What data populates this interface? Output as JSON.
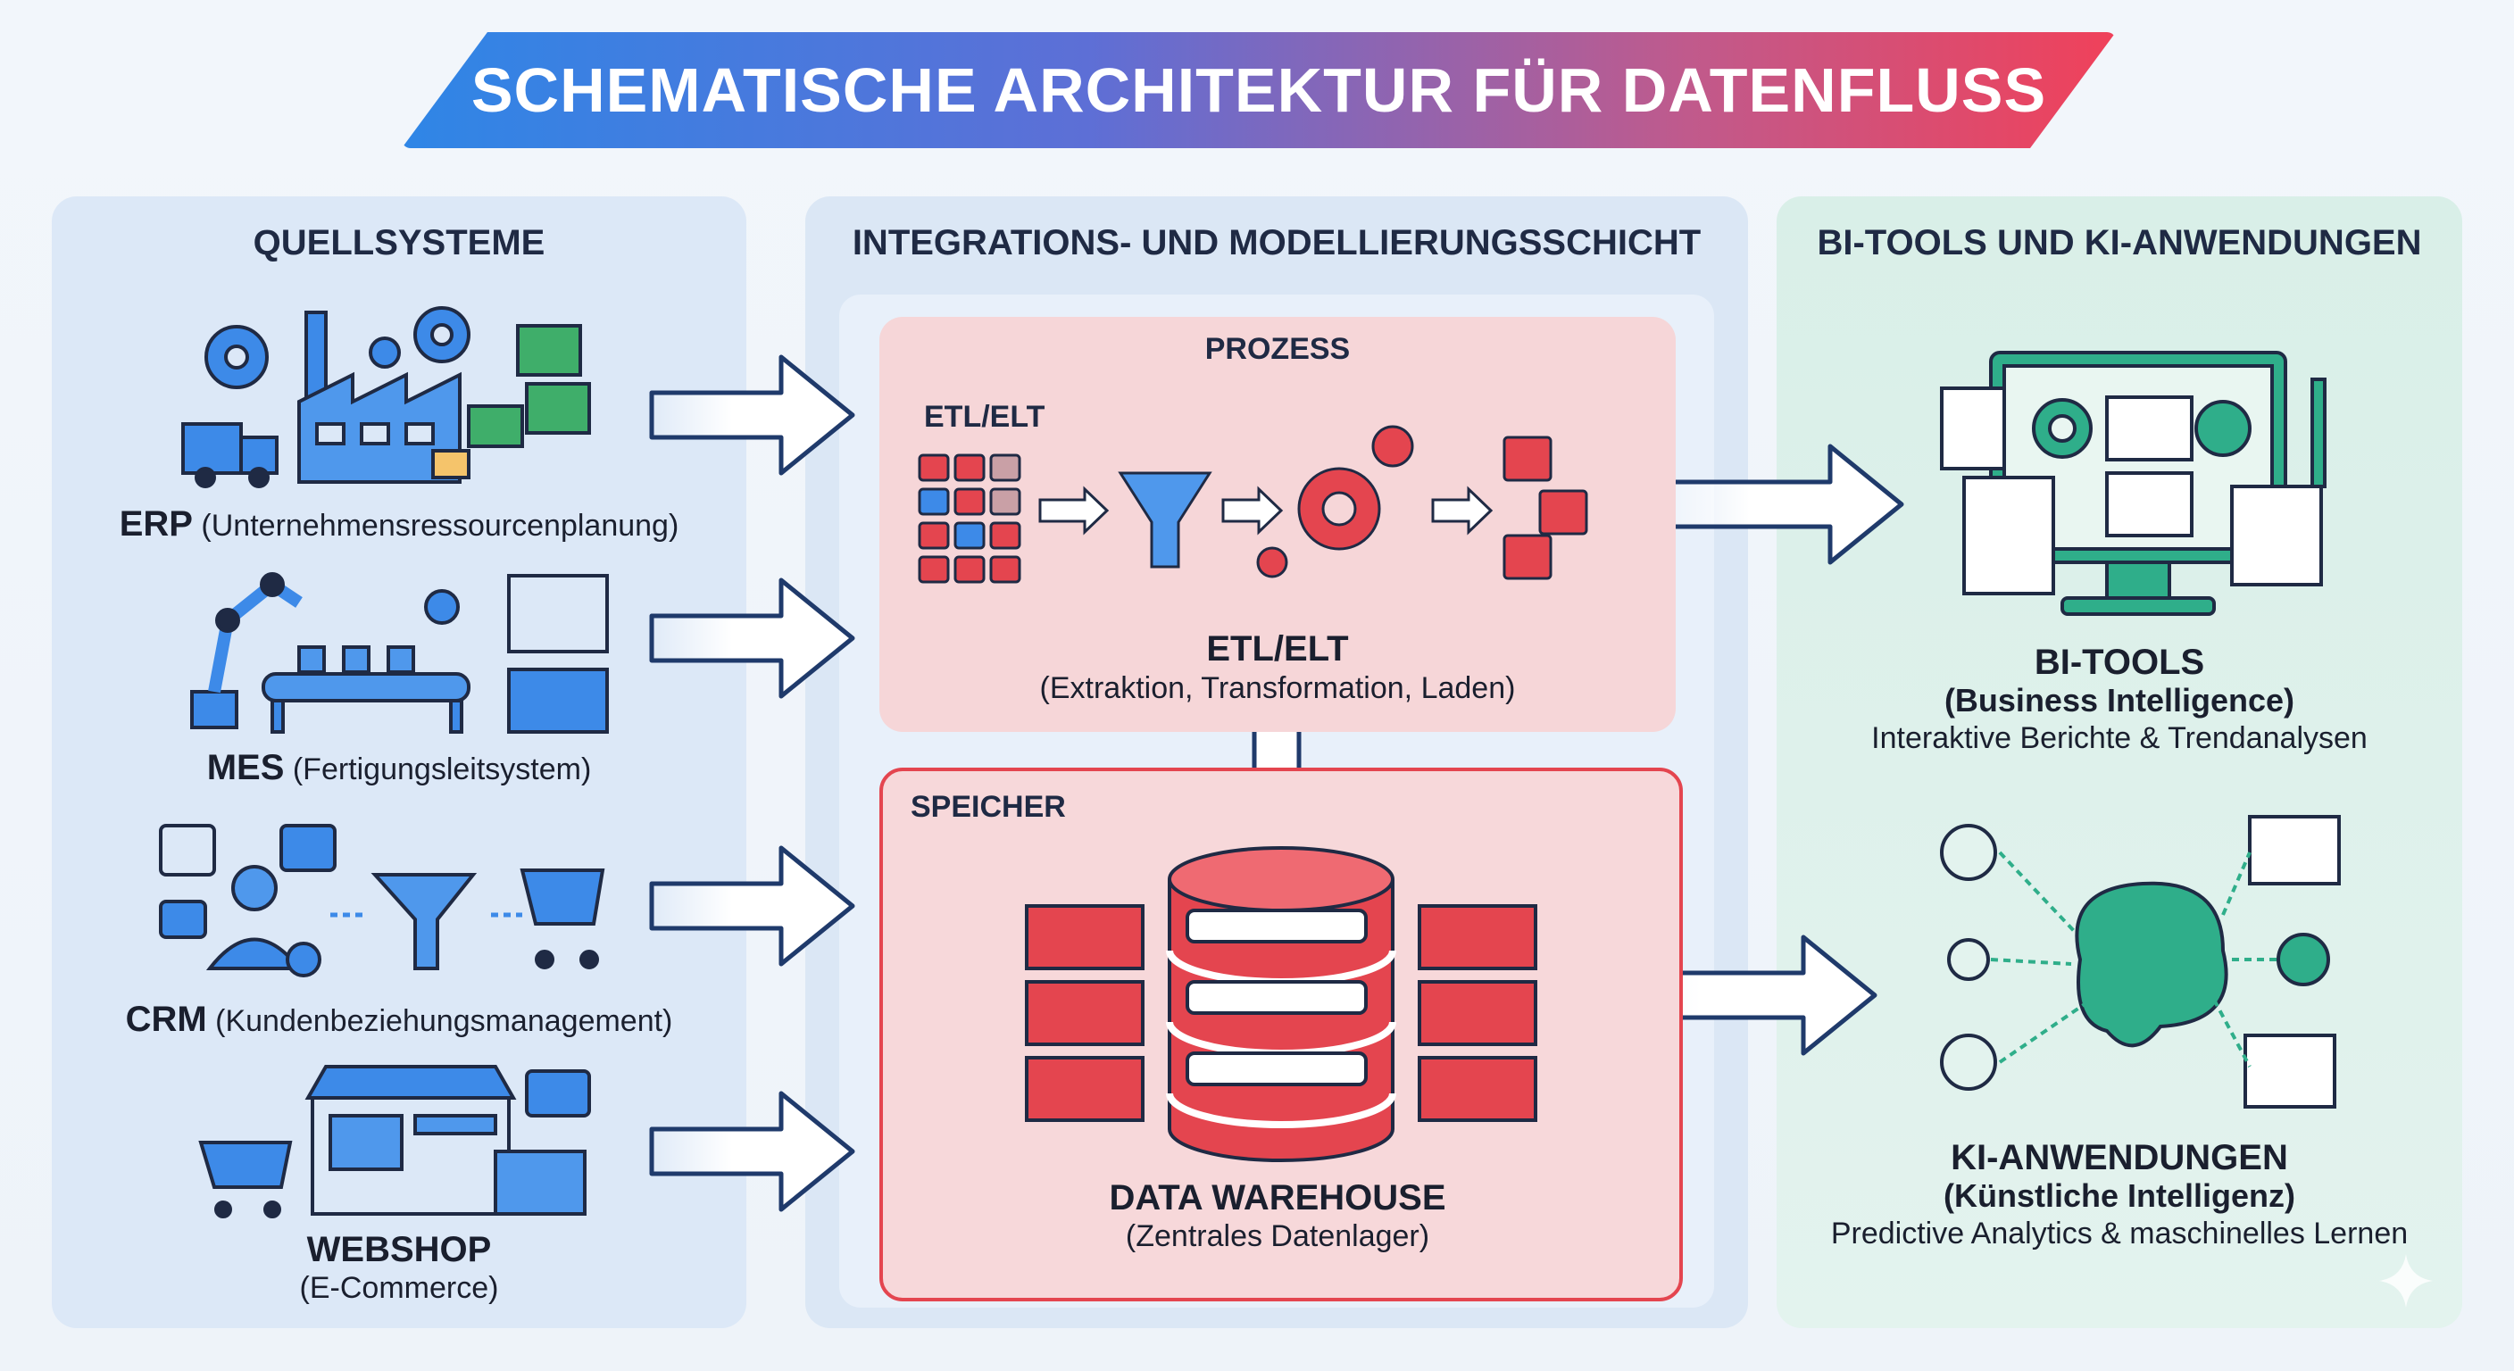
{
  "title": "SCHEMATISCHE ARCHITEKTUR FÜR DATENFLUSS",
  "columns": {
    "sources": "QUELLSYSTEME",
    "integration": "INTEGRATIONS- UND MODELLIERUNGSSCHICHT",
    "consumers": "BI-TOOLS UND KI-ANWENDUNGEN"
  },
  "sources": [
    {
      "name": "ERP",
      "desc": "(Unternehmensressourcenplanung)"
    },
    {
      "name": "MES",
      "desc": "(Fertigungsleitsystem)"
    },
    {
      "name": "CRM",
      "desc": "(Kundenbeziehungsmanagement)"
    },
    {
      "name": "WEBSHOP",
      "desc": "(E-Commerce)"
    }
  ],
  "process": {
    "section_label": "PROZESS",
    "tag": "ETL/ELT",
    "title": "ETL/ELT",
    "subtitle": "(Extraktion, Transformation, Laden)"
  },
  "storage": {
    "section_label": "SPEICHER",
    "title": "DATA WAREHOUSE",
    "subtitle": "(Zentrales Datenlager)"
  },
  "bi_tools": {
    "title": "BI-TOOLS",
    "subtitle": "(Business Intelligence)",
    "desc": "Interaktive Berichte & Trendanalysen"
  },
  "ai_apps": {
    "title": "KI-ANWENDUNGEN",
    "subtitle": "(Künstliche Intelligenz)",
    "desc": "Predictive Analytics & maschinelles Lernen"
  },
  "colors": {
    "blue": "#2f7fe0",
    "red": "#e4454f",
    "green": "#2fae8a",
    "navy": "#1f2a44"
  }
}
